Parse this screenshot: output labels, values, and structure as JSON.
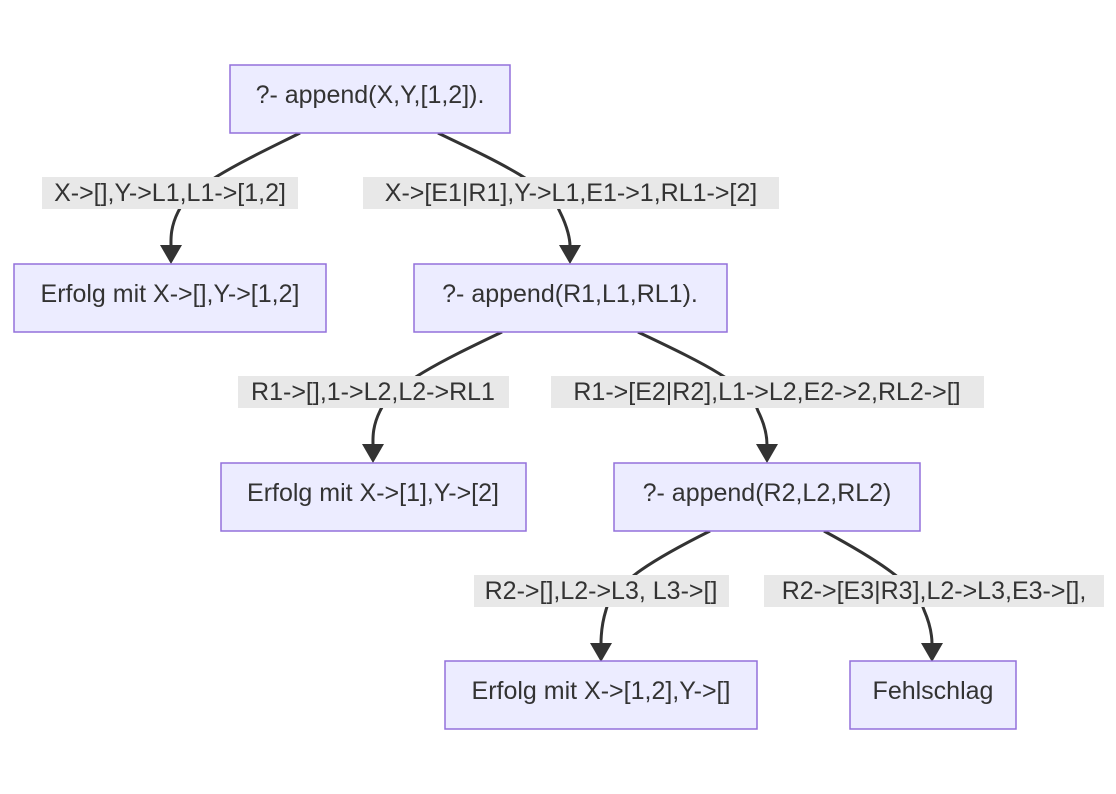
{
  "diagram": {
    "nodes": [
      {
        "id": "root",
        "label": "?- append(X,Y,[1,2])."
      },
      {
        "id": "success1",
        "label": "Erfolg mit X->[],Y->[1,2]"
      },
      {
        "id": "goal1",
        "label": "?- append(R1,L1,RL1)."
      },
      {
        "id": "success2",
        "label": "Erfolg mit X->[1],Y->[2]"
      },
      {
        "id": "goal2",
        "label": "?- append(R2,L2,RL2)"
      },
      {
        "id": "success3",
        "label": "Erfolg mit X->[1,2],Y->[]"
      },
      {
        "id": "failure",
        "label": "Fehlschlag"
      }
    ],
    "edges": [
      {
        "from": "root",
        "to": "success1",
        "label": "X->[],Y->L1,L1->[1,2]"
      },
      {
        "from": "root",
        "to": "goal1",
        "label": "X->[E1|R1],Y->L1,E1->1,RL1->[2]"
      },
      {
        "from": "goal1",
        "to": "success2",
        "label": "R1->[],1->L2,L2->RL1"
      },
      {
        "from": "goal1",
        "to": "goal2",
        "label": "R1->[E2|R2],L1->L2,E2->2,RL2->[]"
      },
      {
        "from": "goal2",
        "to": "success3",
        "label": "R2->[],L2->L3, L3->[]"
      },
      {
        "from": "goal2",
        "to": "failure",
        "label": "R2->[E3|R3],L2->L3,E3->[],"
      }
    ]
  }
}
